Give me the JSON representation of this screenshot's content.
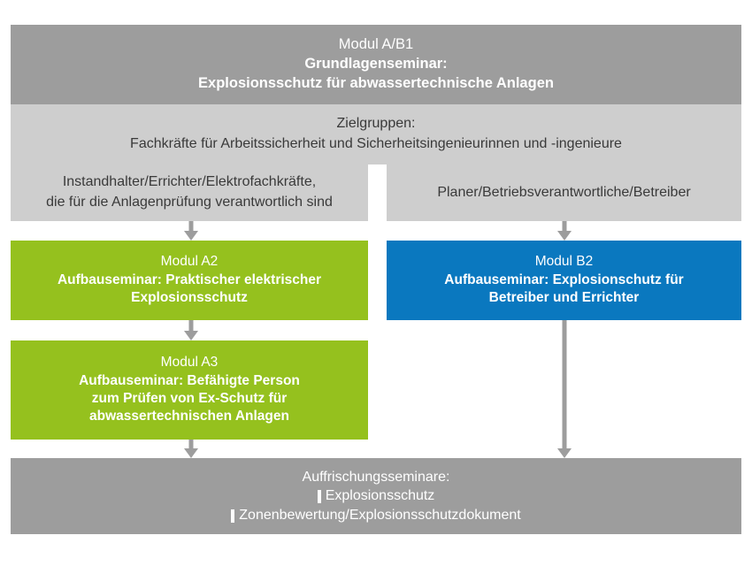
{
  "colors": {
    "grey_dark": "#9d9d9d",
    "grey_light": "#cecece",
    "green": "#95c11e",
    "blue": "#0a78bf",
    "white": "#ffffff",
    "text_dark": "#3a3a3a"
  },
  "header": {
    "module_label": "Modul A/B1",
    "line2": "Grundlagenseminar:",
    "line3": "Explosionsschutz für abwassertechnische Anlagen"
  },
  "target_groups": {
    "title": "Zielgruppen:",
    "shared_line": "Fachkräfte für Arbeitssicherheit und Sicherheitsingenieurinnen und -ingenieure",
    "left_column": {
      "line1": "Instandhalter/Errichter/Elektrofachkräfte,",
      "line2": "die für die Anlagenprüfung verantwortlich sind"
    },
    "right_column": {
      "line1": "Planer/Betriebsverantwortliche/Betreiber"
    }
  },
  "modules": {
    "a2": {
      "title": "Modul A2",
      "line1": "Aufbauseminar: Praktischer elektrischer",
      "line2": "Explosionsschutz"
    },
    "b2": {
      "title": "Modul B2",
      "line1": "Aufbauseminar: Explosionschutz für",
      "line2": "Betreiber und Errichter"
    },
    "a3": {
      "title": "Modul A3",
      "line1": "Aufbauseminar: Befähigte Person",
      "line2": "zum Prüfen von Ex-Schutz für",
      "line3": "abwassertechnischen Anlagen"
    }
  },
  "footer": {
    "title": "Auffrischungsseminare:",
    "item1": "Explosionsschutz",
    "item2": "Zonenbewertung/Explosionsschutzdokument"
  },
  "arrows": {
    "band_to_a2": "arrow-down",
    "band_to_b2": "arrow-down",
    "a2_to_a3": "arrow-down",
    "a3_to_footer": "arrow-down",
    "b2_to_footer": "arrow-down"
  }
}
